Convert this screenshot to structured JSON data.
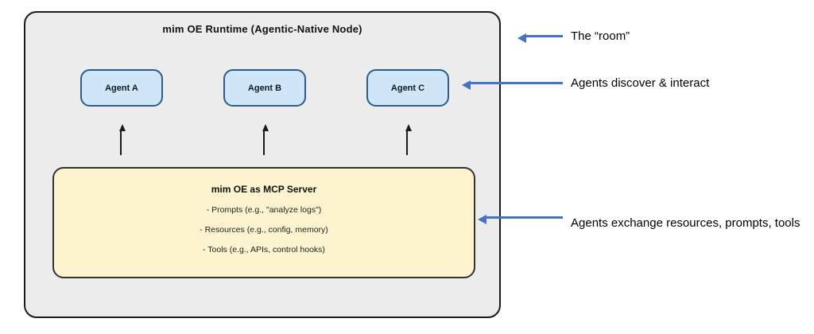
{
  "diagram": {
    "runtime_box": {
      "title": "mim OE Runtime (Agentic-Native Node)",
      "agents": [
        {
          "label": "Agent A"
        },
        {
          "label": "Agent B"
        },
        {
          "label": "Agent C"
        }
      ],
      "mcp_server": {
        "title": "mim OE as MCP Server",
        "items": [
          "- Prompts (e.g., \"analyze logs\")",
          "- Resources (e.g., config, memory)",
          "- Tools (e.g., APIs, control hooks)"
        ]
      }
    },
    "annotations": [
      {
        "label": "The “room”"
      },
      {
        "label": "Agents discover & interact"
      },
      {
        "label": "Agents exchange resources, prompts, tools"
      }
    ]
  },
  "colors": {
    "runtime_fill": "#ececec",
    "runtime_border": "#1a1a1a",
    "agent_fill": "#cfe5f8",
    "agent_border": "#2b5c8a",
    "mcp_fill": "#fdf3cf",
    "mcp_border": "#333333",
    "arrow_blue": "#4472c4"
  }
}
